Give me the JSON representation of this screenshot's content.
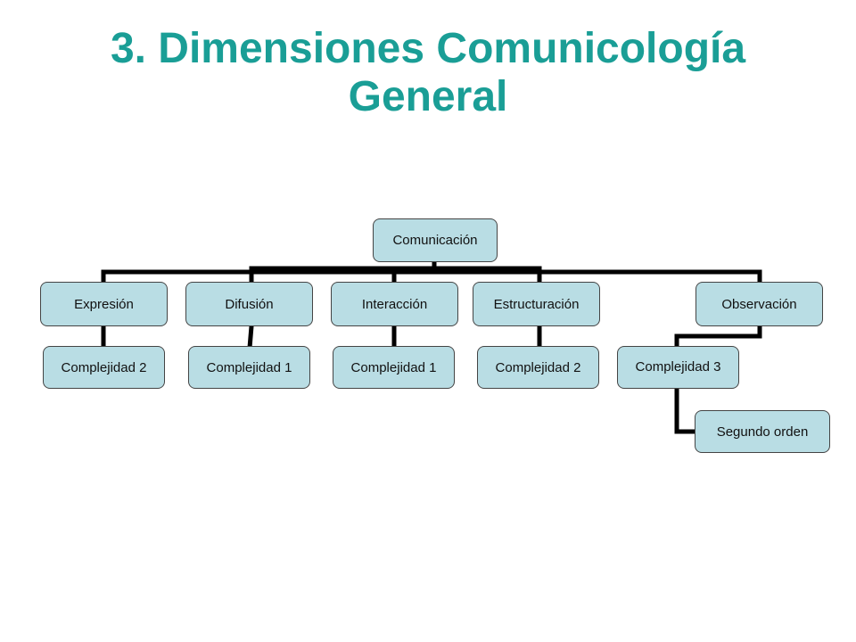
{
  "title": {
    "line1": "3. Dimensiones  Comunicología",
    "line2": "General"
  },
  "colors": {
    "title": "#1a9e96",
    "node_fill": "#b9dde4",
    "node_border": "#444444",
    "connector": "#000000"
  },
  "diagram": {
    "root": {
      "label": "Comunicación"
    },
    "dimensions": [
      {
        "label": "Expresión",
        "child": "Complejidad 2"
      },
      {
        "label": "Difusión",
        "child": "Complejidad 1"
      },
      {
        "label": "Interacción",
        "child": "Complejidad 1"
      },
      {
        "label": "Estructuración",
        "child": "Complejidad 2"
      },
      {
        "label": "Observación",
        "child": "Complejidad 3",
        "grandchild": "Segundo orden"
      }
    ]
  }
}
